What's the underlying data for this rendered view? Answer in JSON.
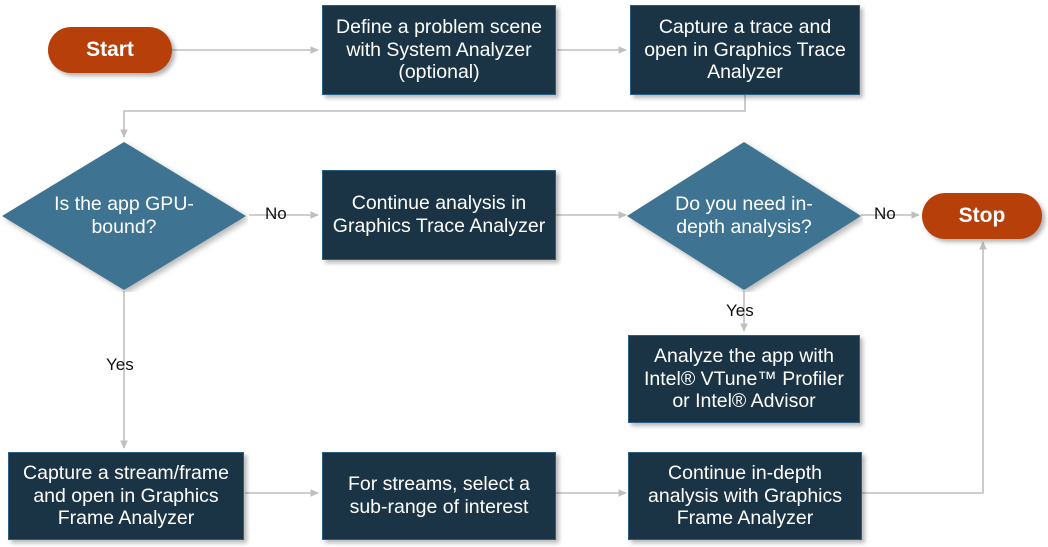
{
  "diagram": {
    "title": "Intel Graphics Performance Analyzers workflow",
    "type": "flowchart",
    "colors": {
      "process_fill": "#1b3445",
      "process_border": "#2a5f82",
      "decision_fill": "#3f7392",
      "terminator_fill": "#b7400a",
      "connector": "#bfbfbf",
      "text_on_shape": "#ffffff",
      "edge_label_text": "#111111",
      "background": "#ffffff"
    },
    "nodes": {
      "start": {
        "label": "Start",
        "shape": "terminator"
      },
      "define_problem": {
        "label": "Define a problem scene with System Analyzer (optional)",
        "shape": "process"
      },
      "capture_trace": {
        "label": "Capture a trace and open  in Graphics Trace Analyzer",
        "shape": "process"
      },
      "gpu_bound": {
        "label": "Is the app GPU-bound?",
        "shape": "decision"
      },
      "continue_trace": {
        "label": "Continue analysis in Graphics Trace Analyzer",
        "shape": "process"
      },
      "need_in_depth": {
        "label": "Do you need in-depth analysis?",
        "shape": "decision"
      },
      "stop": {
        "label": "Stop",
        "shape": "terminator"
      },
      "vtune": {
        "label": "Analyze the app with Intel® VTune™ Profiler or Intel® Advisor",
        "shape": "process"
      },
      "capture_stream": {
        "label": "Capture a stream/frame and open in Graphics Frame Analyzer",
        "shape": "process"
      },
      "select_subrange": {
        "label": "For streams, select a sub-range of interest",
        "shape": "process"
      },
      "continue_frame": {
        "label": "Continue in-depth analysis with Graphics Frame Analyzer",
        "shape": "process"
      }
    },
    "edge_labels": {
      "gpu_bound_no": "No",
      "gpu_bound_yes": "Yes",
      "need_in_depth_no": "No",
      "need_in_depth_yes": "Yes"
    },
    "edges": [
      {
        "from": "start",
        "to": "define_problem",
        "label": ""
      },
      {
        "from": "define_problem",
        "to": "capture_trace",
        "label": ""
      },
      {
        "from": "capture_trace",
        "to": "gpu_bound",
        "label": ""
      },
      {
        "from": "gpu_bound",
        "to": "continue_trace",
        "label": "No"
      },
      {
        "from": "gpu_bound",
        "to": "capture_stream",
        "label": "Yes"
      },
      {
        "from": "continue_trace",
        "to": "need_in_depth",
        "label": ""
      },
      {
        "from": "need_in_depth",
        "to": "stop",
        "label": "No"
      },
      {
        "from": "need_in_depth",
        "to": "vtune",
        "label": "Yes"
      },
      {
        "from": "capture_stream",
        "to": "select_subrange",
        "label": ""
      },
      {
        "from": "select_subrange",
        "to": "continue_frame",
        "label": ""
      },
      {
        "from": "continue_frame",
        "to": "stop",
        "label": ""
      }
    ]
  }
}
